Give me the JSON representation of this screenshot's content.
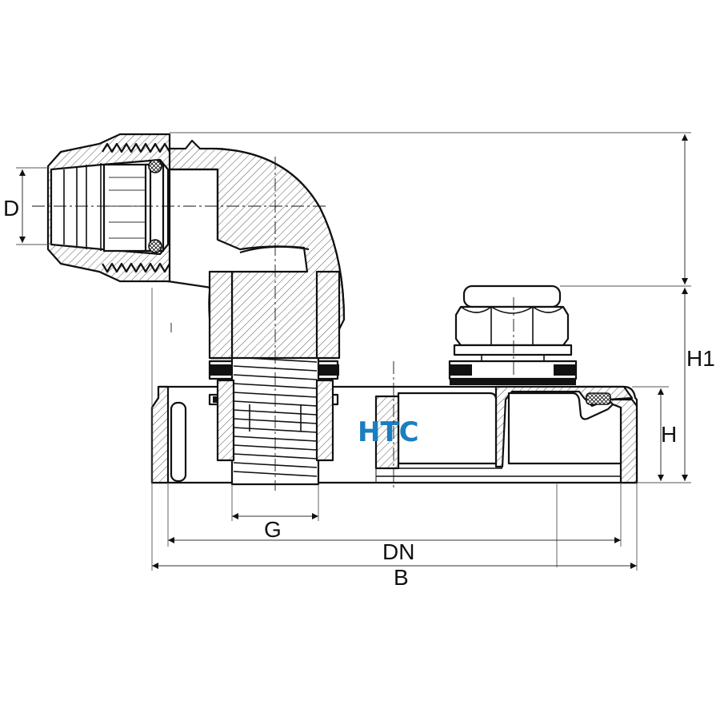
{
  "labels": {
    "d": "D",
    "g": "G",
    "dn": "DN",
    "b": "B",
    "h": "H",
    "h1": "H1"
  },
  "brand": {
    "text": "HTC",
    "color": "#1a7fc1"
  }
}
